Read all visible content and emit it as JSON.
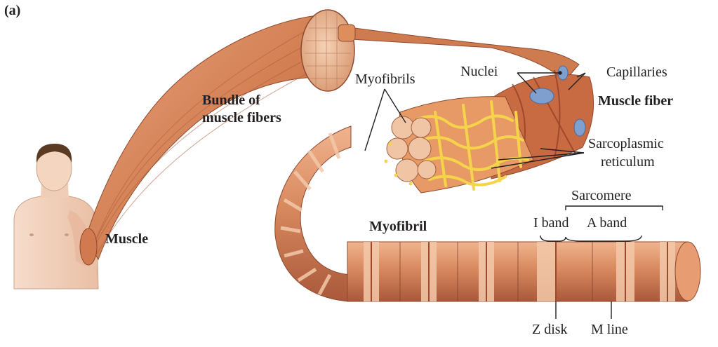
{
  "panel_letter": "(a)",
  "labels": {
    "bundle_line1": "Bundle of",
    "bundle_line2": "muscle fibers",
    "muscle": "Muscle",
    "myofibrils": "Myofibrils",
    "nuclei": "Nuclei",
    "capillaries": "Capillaries",
    "muscle_fiber": "Muscle fiber",
    "sarcoplasmic_line1": "Sarcoplasmic",
    "sarcoplasmic_line2": "reticulum",
    "sarcomere": "Sarcomere",
    "i_band": "I band",
    "a_band": "A band",
    "myofibril": "Myofibril",
    "z_disk": "Z disk",
    "m_line": "M line"
  },
  "colors": {
    "muscle_tissue": "#d9895e",
    "muscle_dark": "#a9583a",
    "light_band": "#f3c9aa",
    "reticulum": "#f5d34a",
    "nuclei": "#7f9fcf",
    "skin": "#f2d2bc",
    "hair": "#5a3a22"
  }
}
